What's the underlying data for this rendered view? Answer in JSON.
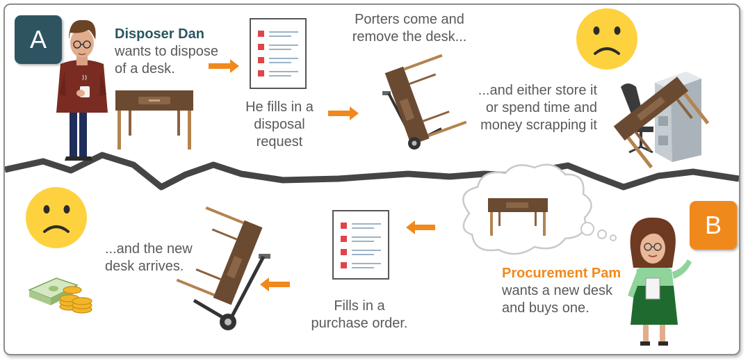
{
  "colors": {
    "badge_a": "#2e5461",
    "badge_b": "#f0891c",
    "arrow": "#f0891c",
    "desk_wood": "#6b4a32",
    "sad_face": "#fdd23e",
    "text": "#595959"
  },
  "badges": {
    "a": "A",
    "b": "B"
  },
  "scenario_a": {
    "person_name": "Disposer Dan",
    "person_line1": "wants to dispose",
    "person_line2": "of a desk.",
    "step1_line1": "He fills in a",
    "step1_line2": "disposal",
    "step1_line3": "request",
    "step2_line1": "Porters come and",
    "step2_line2": "remove the desk...",
    "step3_line1": "...and either store it",
    "step3_line2": "or spend time and",
    "step3_line3": "money scrapping it"
  },
  "scenario_b": {
    "person_name": "Procurement Pam",
    "person_line1": "wants a new desk",
    "person_line2": "and buys one.",
    "step1_line1": "Fills in a",
    "step1_line2": "purchase order.",
    "step2_line1": "...and the new",
    "step2_line2": "desk arrives."
  },
  "icons": [
    "person-dan-icon",
    "desk-icon",
    "form-icon",
    "hand-truck-icon",
    "sad-face-icon",
    "scrap-pile-icon",
    "money-icon",
    "thought-cloud-icon",
    "person-pam-icon",
    "arrow-right-icon",
    "arrow-left-icon"
  ]
}
